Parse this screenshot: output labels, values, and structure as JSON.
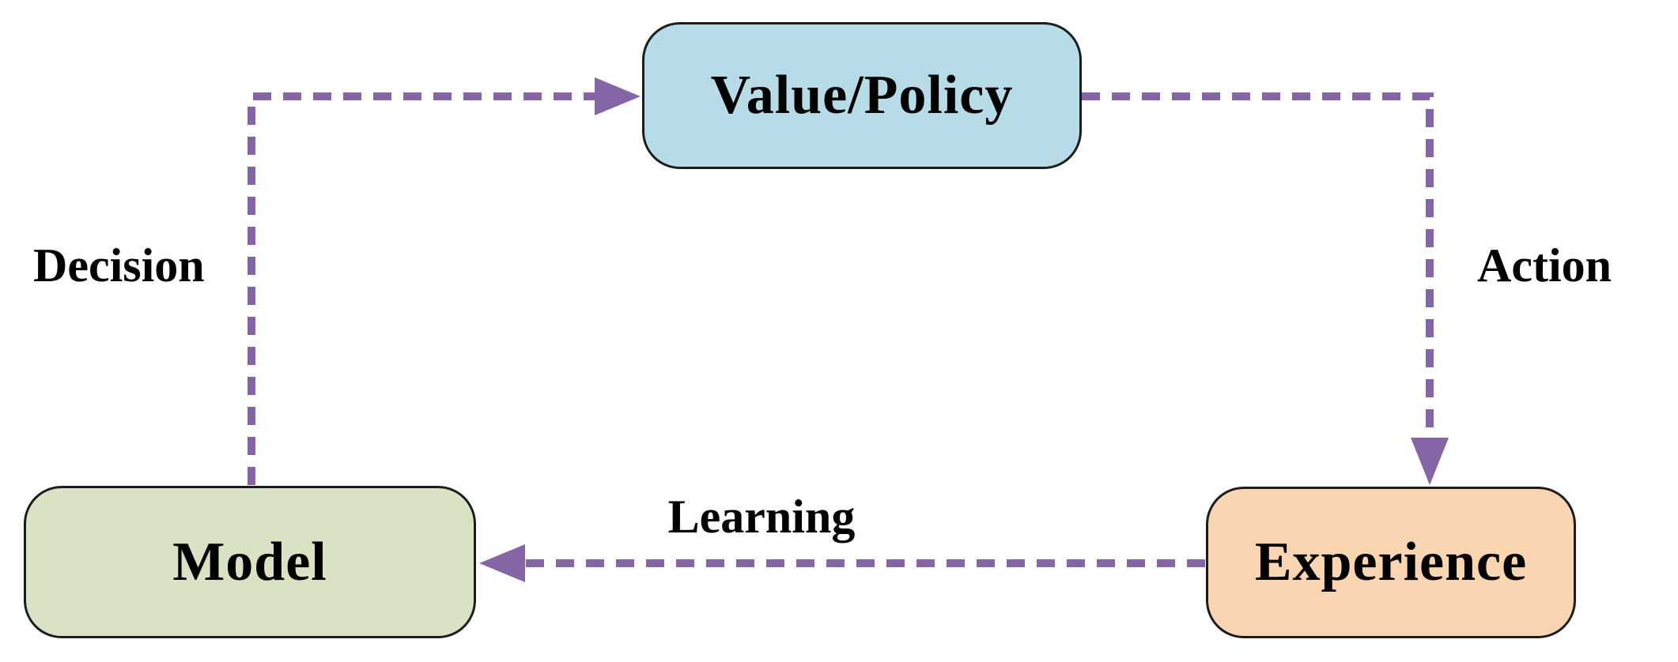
{
  "diagram": {
    "type": "flow-cycle",
    "nodes": [
      {
        "id": "value_policy",
        "label": "Value/Policy",
        "fill": "#b7dbe7"
      },
      {
        "id": "model",
        "label": "Model",
        "fill": "#d9e3c4"
      },
      {
        "id": "experience",
        "label": "Experience",
        "fill": "#f9d5b2"
      }
    ],
    "edges": [
      {
        "id": "decision",
        "label": "Decision",
        "from": "Model",
        "to": "Value/Policy",
        "style": "dashed"
      },
      {
        "id": "action",
        "label": "Action",
        "from": "Value/Policy",
        "to": "Experience",
        "style": "dashed"
      },
      {
        "id": "learning",
        "label": "Learning",
        "from": "Experience",
        "to": "Model",
        "style": "dashed"
      }
    ],
    "colors": {
      "arrow": "#8465a5",
      "node_border": "#1c1c1c",
      "text": "#000000",
      "background": "#ffffff"
    }
  }
}
